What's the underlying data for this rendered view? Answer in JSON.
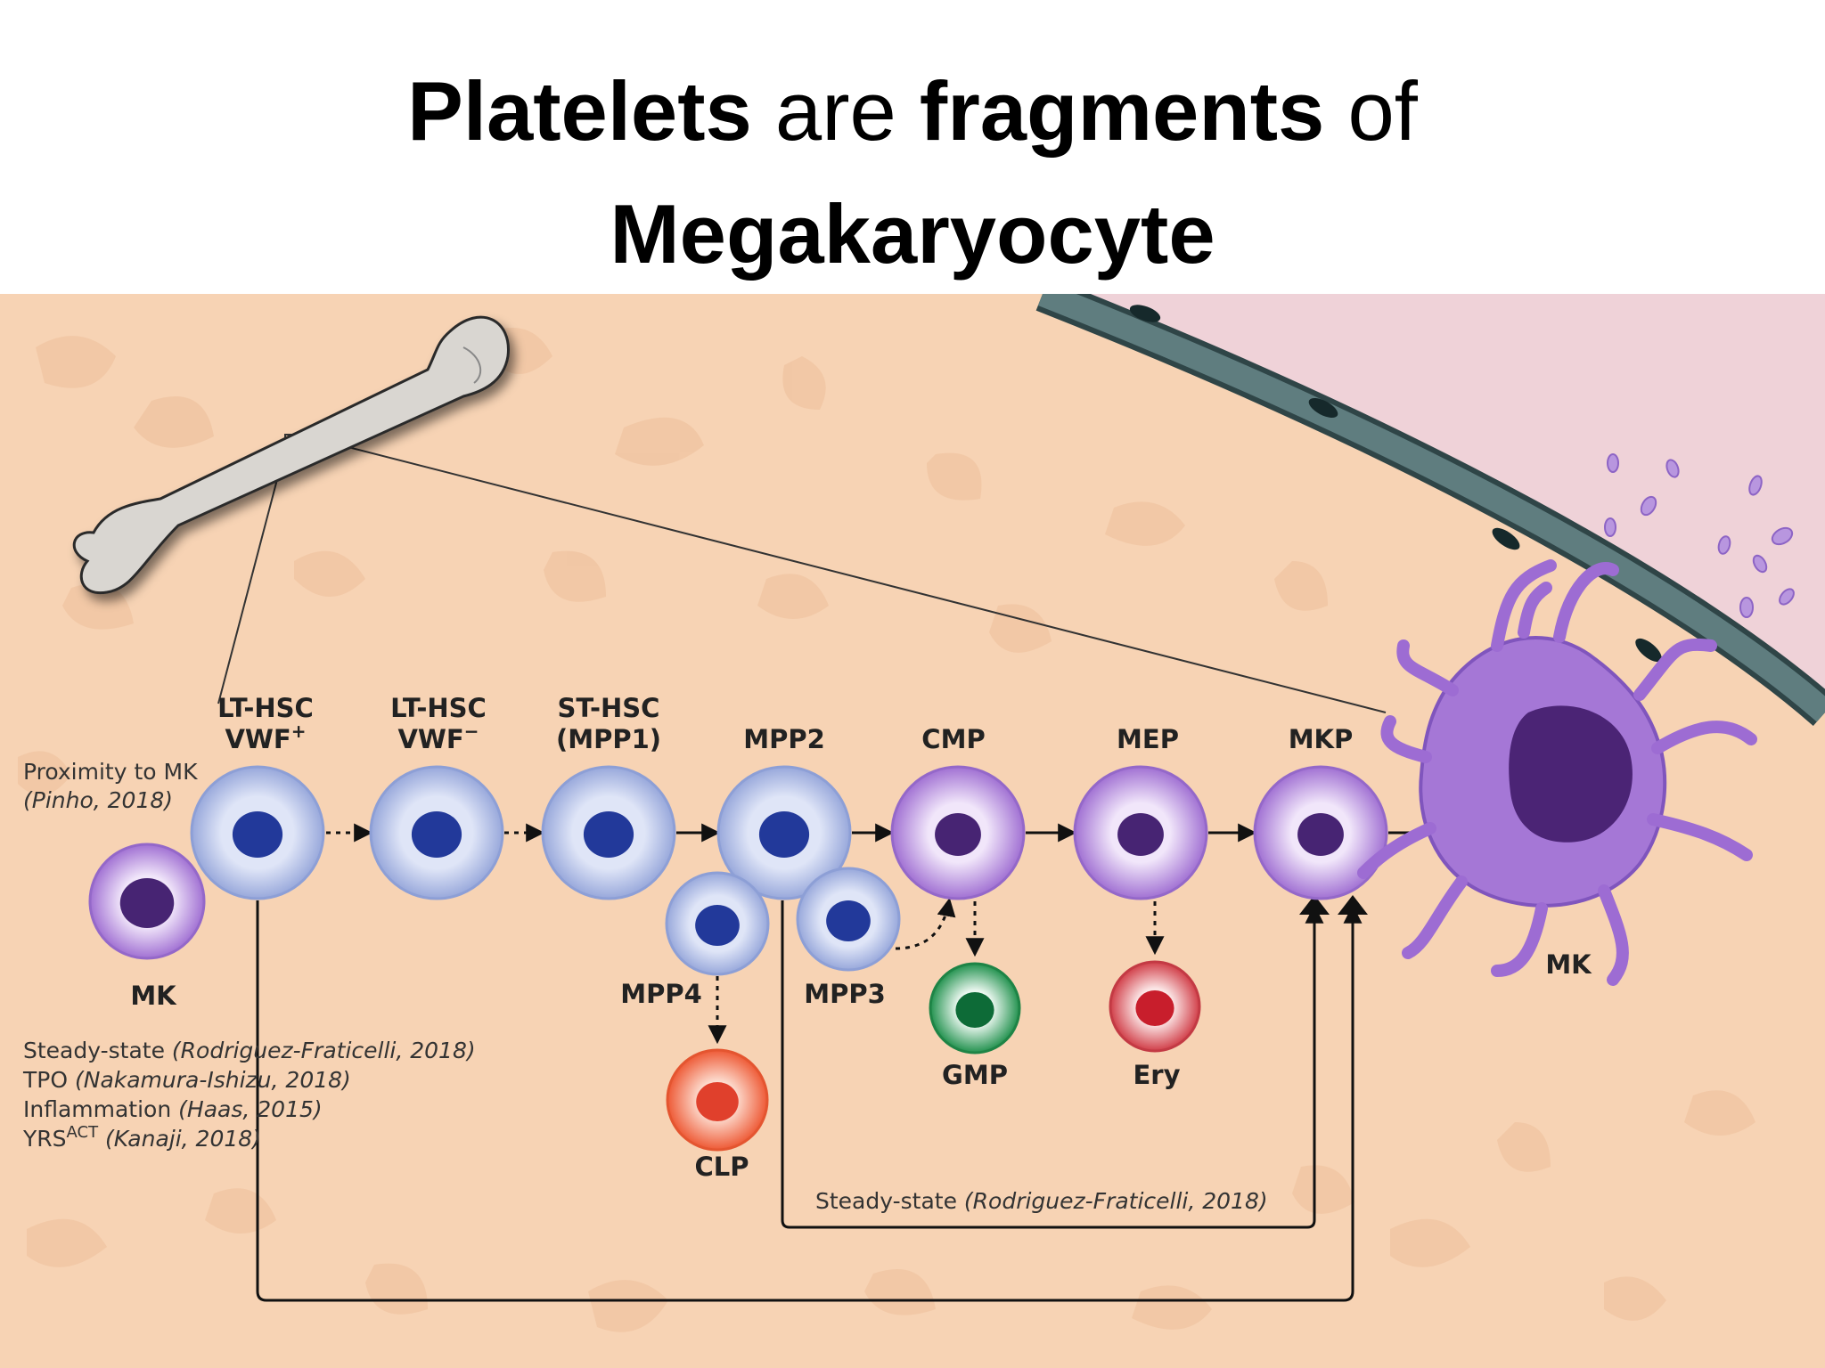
{
  "title": {
    "word1": "Platelets",
    "word2": " are ",
    "word3": "fragments",
    "word4": " of",
    "line2": "Megakaryocyte"
  },
  "colors": {
    "marrow": "#f7d3b4",
    "vessel_lumen": "#efd2d8",
    "vessel_wall": "#3d5a5c",
    "bone": "#d9d6d1",
    "hsc_cell": "#b7c4e8",
    "hsc_nucleus": "#22399a",
    "myeloid_cell": "#b38ad8",
    "myeloid_nucleus": "#472473",
    "mk_cell": "#9b6bd0",
    "gmp_cell": "#2e9a5b",
    "ery_cell": "#d9464f",
    "clp_cell": "#f06a48"
  },
  "icons": {
    "bone": "femur-bone-icon",
    "vessel": "blood-vessel-icon",
    "platelets": "platelet-fragments-icon"
  },
  "cells": {
    "lt_hsc_vwf_pos": {
      "line1": "LT-HSC",
      "line2": "VWF",
      "sup": "+"
    },
    "lt_hsc_vwf_neg": {
      "line1": "LT-HSC",
      "line2": "VWF",
      "sup": "−"
    },
    "st_hsc": {
      "line1": "ST-HSC",
      "line2": "(MPP1)"
    },
    "mpp2": "MPP2",
    "cmp": "CMP",
    "mep": "MEP",
    "mkp": "MKP",
    "mk_left": "MK",
    "mk_right": "MK",
    "mpp4": "MPP4",
    "mpp3": "MPP3",
    "gmp": "GMP",
    "ery": "Ery",
    "clp": "CLP"
  },
  "citations": {
    "proximity": {
      "text": "Proximity to MK",
      "ref": "(Pinho, 2018)"
    },
    "steady_state": {
      "text": "Steady-state ",
      "ref": "(Rodriguez-Fraticelli, 2018)"
    },
    "tpo": {
      "text": "TPO ",
      "ref": "(Nakamura-Ishizu, 2018)"
    },
    "inflammation": {
      "text": "Inflammation ",
      "ref": "(Haas, 2015)"
    },
    "yrs": {
      "text": "YRS",
      "sup": "ACT",
      "ref": " (Kanaji, 2018)"
    },
    "mpp2_path": {
      "text": "Steady-state ",
      "ref": "(Rodriguez-Fraticelli, 2018)"
    }
  }
}
